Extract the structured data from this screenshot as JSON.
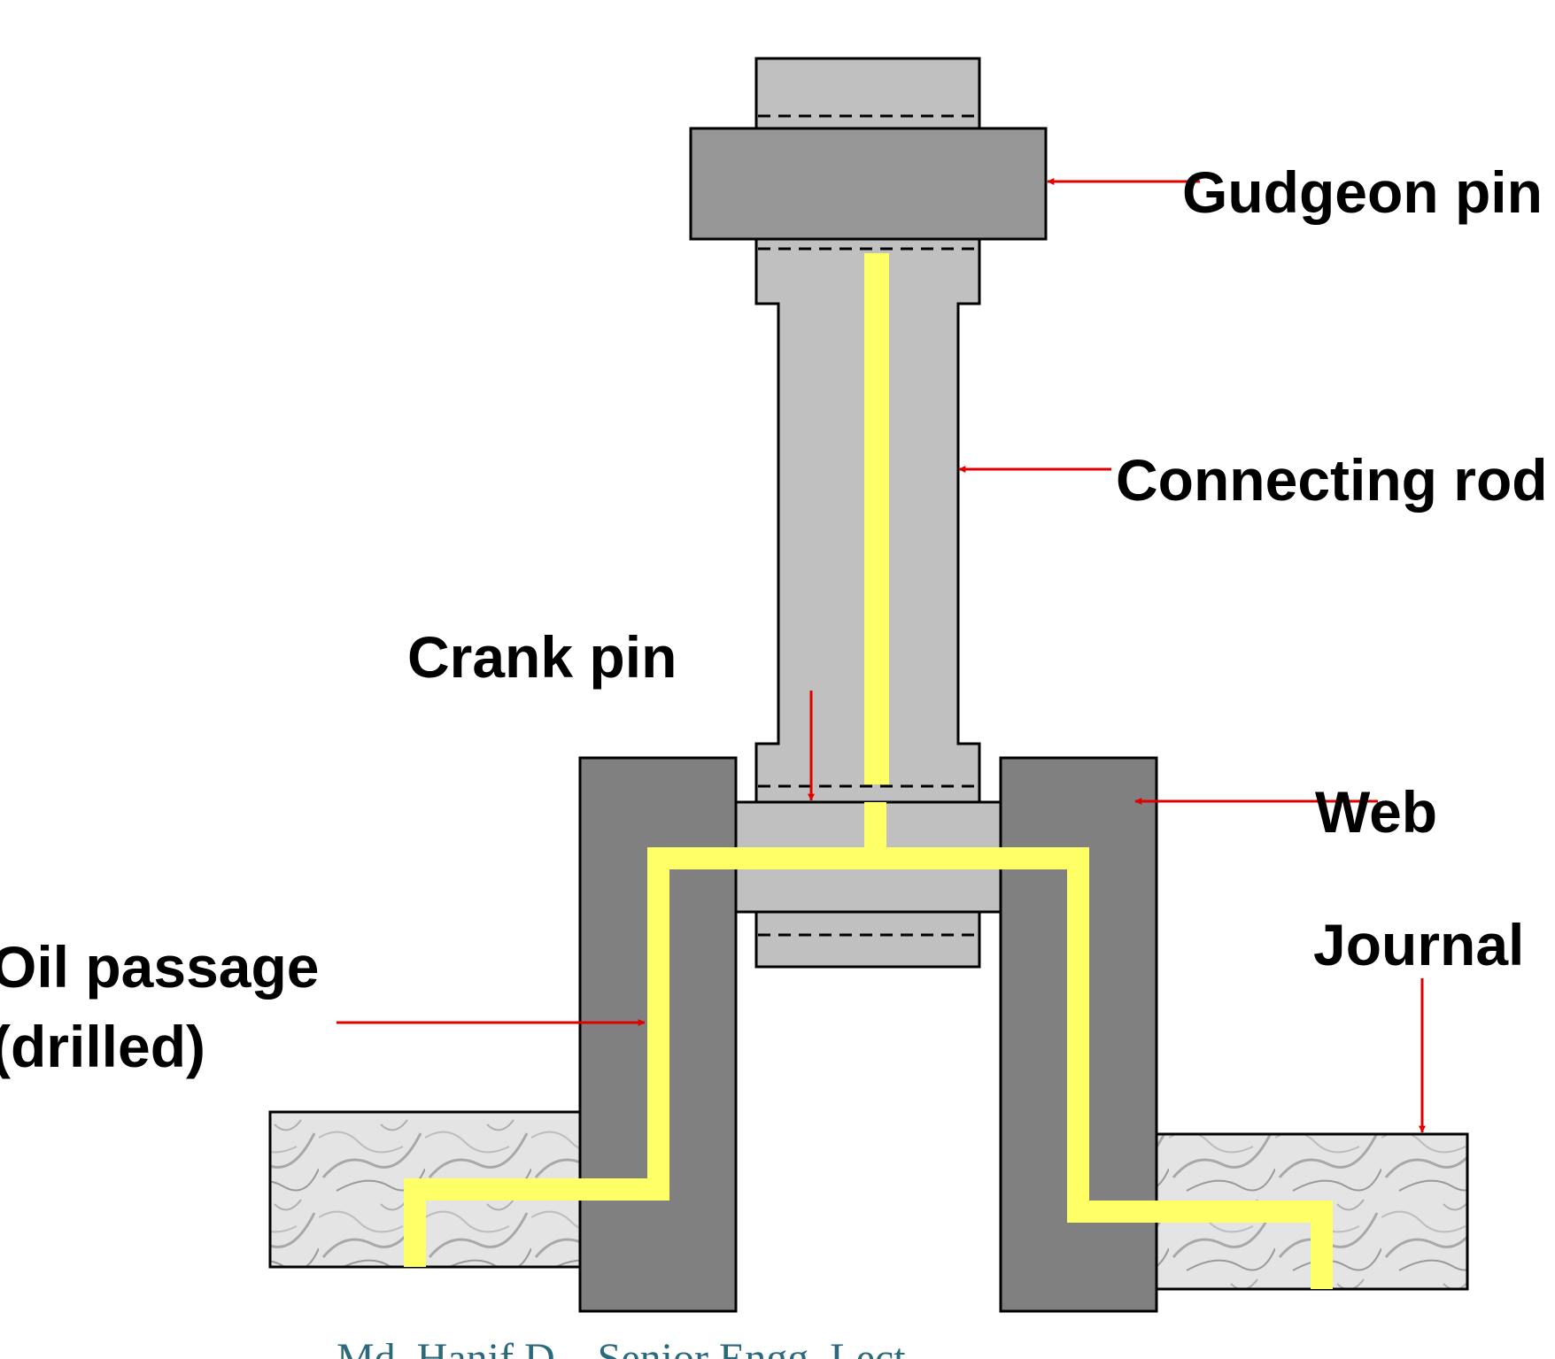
{
  "labels": {
    "gudgeon_pin": "Gudgeon pin",
    "connecting_rod": "Connecting rod",
    "crank_pin": "Crank pin",
    "web": "Web",
    "journal": "Journal",
    "oil_passage_line1": "Oil passage",
    "oil_passage_line2": "(drilled)"
  },
  "footer": {
    "text": "Md. Hanif D... Senior Engg. Lect..."
  },
  "colors": {
    "rod_fill": "#c0c0c0",
    "gudgeon_pin_fill": "#969696",
    "web_fill": "#808080",
    "journal_fill": "#e6e6e6",
    "oil_passage": "#ffff66",
    "arrow": "#e00000",
    "outline": "#000000",
    "footer_text": "#2b6a7c"
  }
}
